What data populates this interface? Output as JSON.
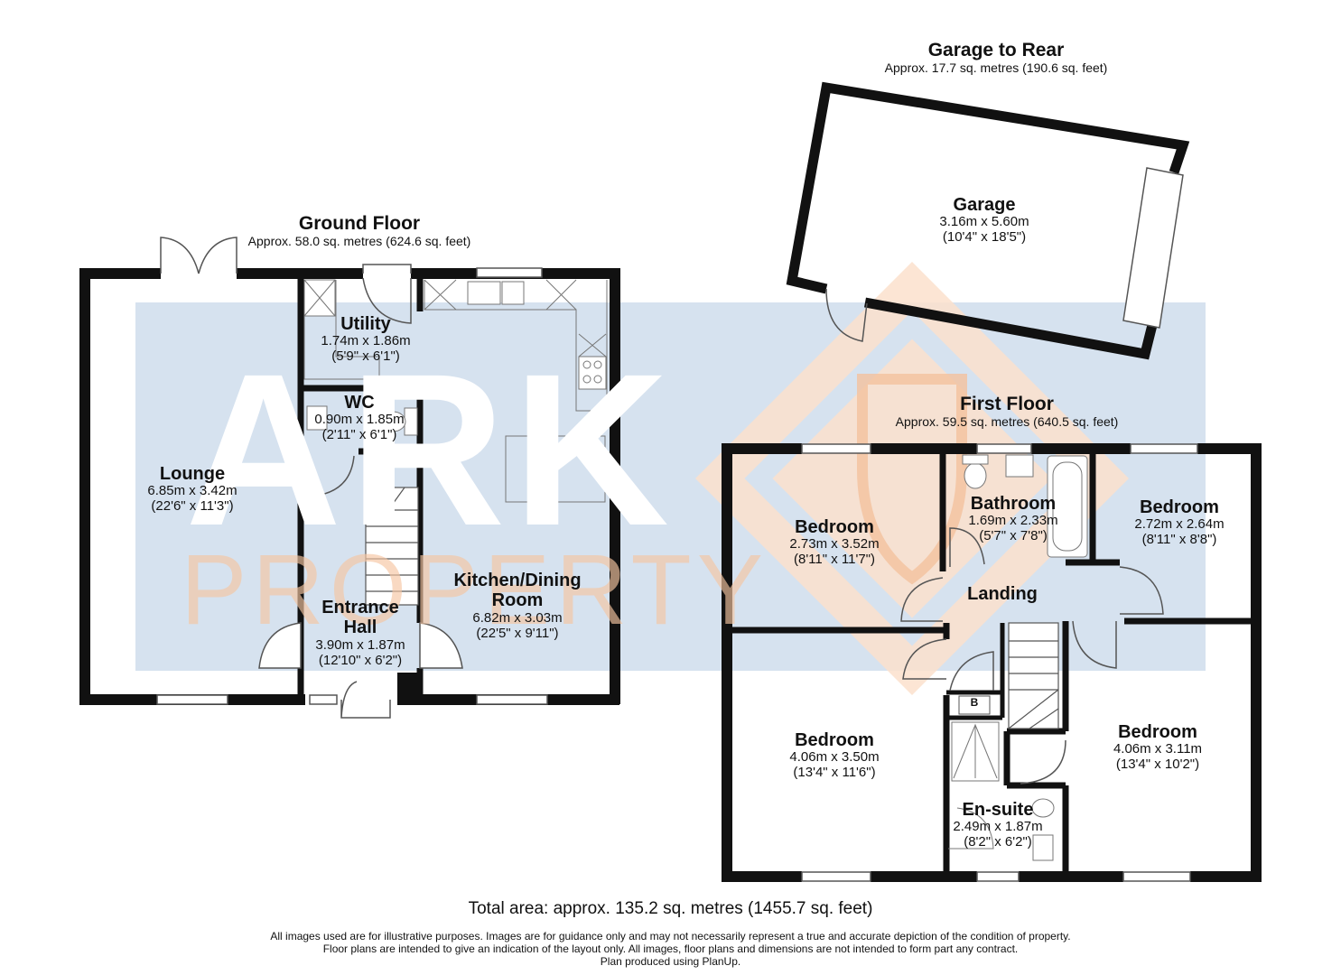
{
  "watermark": {
    "brand_line1": "ARK",
    "brand_line2": "PROPERTY"
  },
  "floors": {
    "garage": {
      "title": "Garage to Rear",
      "area": "Approx. 17.7 sq. metres (190.6 sq. feet)"
    },
    "ground": {
      "title": "Ground Floor",
      "area": "Approx. 58.0 sq. metres (624.6 sq. feet)"
    },
    "first": {
      "title": "First Floor",
      "area": "Approx. 59.5 sq. metres (640.5 sq. feet)"
    }
  },
  "rooms": {
    "garage": {
      "name": "Garage",
      "metric": "3.16m x 5.60m",
      "imperial": "(10'4\" x 18'5\")"
    },
    "lounge": {
      "name": "Lounge",
      "metric": "6.85m x 3.42m",
      "imperial": "(22'6\" x 11'3\")"
    },
    "utility": {
      "name": "Utility",
      "metric": "1.74m x 1.86m",
      "imperial": "(5'9\" x 6'1\")"
    },
    "wc": {
      "name": "WC",
      "metric": "0.90m x 1.85m",
      "imperial": "(2'11\" x 6'1\")"
    },
    "entrance_hall": {
      "name_line1": "Entrance",
      "name_line2": "Hall",
      "metric": "3.90m x 1.87m",
      "imperial": "(12'10\" x 6'2\")"
    },
    "kitchen": {
      "name_line1": "Kitchen/Dining",
      "name_line2": "Room",
      "metric": "6.82m x 3.03m",
      "imperial": "(22'5\" x 9'11\")"
    },
    "bedroom_front_left": {
      "name": "Bedroom",
      "metric": "2.73m x 3.52m",
      "imperial": "(8'11\" x 11'7\")"
    },
    "bathroom": {
      "name": "Bathroom",
      "metric": "1.69m x 2.33m",
      "imperial": "(5'7\" x 7'8\")"
    },
    "bedroom_front_right": {
      "name": "Bedroom",
      "metric": "2.72m x 2.64m",
      "imperial": "(8'11\" x 8'8\")"
    },
    "landing": {
      "name": "Landing"
    },
    "bedroom_rear_left": {
      "name": "Bedroom",
      "metric": "4.06m x 3.50m",
      "imperial": "(13'4\" x 11'6\")"
    },
    "bedroom_rear_right": {
      "name": "Bedroom",
      "metric": "4.06m x 3.11m",
      "imperial": "(13'4\" x 10'2\")"
    },
    "ensuite": {
      "name": "En-suite",
      "metric": "2.49m x 1.87m",
      "imperial": "(8'2\" x 6'2\")"
    },
    "boiler": {
      "label": "B"
    }
  },
  "footer": {
    "total": "Total area: approx. 135.2 sq. metres (1455.7 sq. feet)",
    "line1": "All images used are for illustrative purposes. Images are for guidance only and may not necessarily represent a true and accurate depiction of the condition of property.",
    "line2": "Floor plans are intended to give an indication of the layout only. All images, floor plans and dimensions are not intended to form part any contract.",
    "line3": "Plan produced using PlanUp."
  },
  "colors": {
    "wall": "#111111",
    "watermark_blue": "#d6e2ef",
    "watermark_orange": "#fbe1cc",
    "fixture_stroke": "#555555"
  }
}
